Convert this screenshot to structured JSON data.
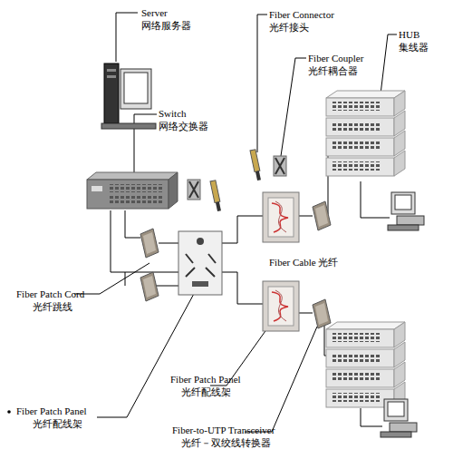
{
  "diagram": {
    "labels": [
      "Server",
      "网络服务器",
      "Switch",
      "网络交换器",
      "Fiber Connector",
      "光纤接头",
      "Fiber Coupler",
      "光纤耦合器",
      "HUB",
      "集线器",
      "Fiber Cable 光纤",
      "Fiber Patch Cord",
      "光纤跳线",
      "Fiber Patch Panel",
      "光纤配线架",
      "Fiber Patch Panel",
      "光纤配线架",
      "Fiber-to-UTP Transceiver",
      "光纤－双绞线转换器"
    ]
  }
}
